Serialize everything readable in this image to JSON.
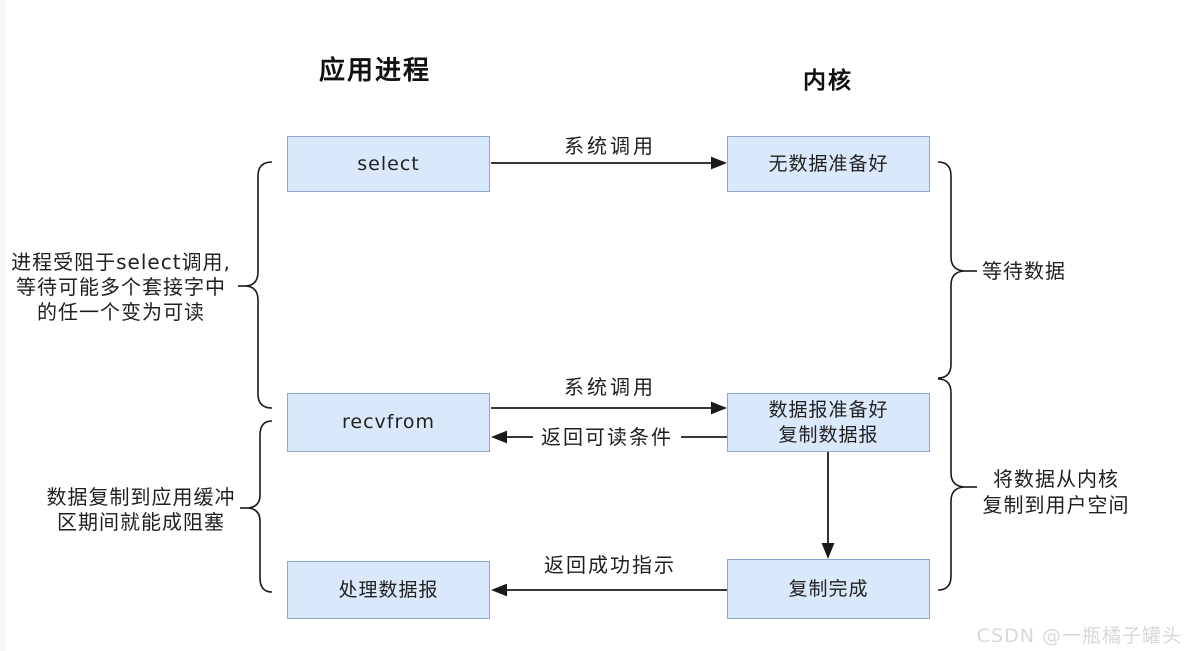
{
  "titles": {
    "left": "应用进程",
    "right": "内核"
  },
  "boxes": {
    "select": "select",
    "no_data_ready": "无数据准备好",
    "recvfrom": "recvfrom",
    "datagram_ready": {
      "line1": "数据报准备好",
      "line2": "复制数据报"
    },
    "process_datagram": "处理数据报",
    "copy_complete": "复制完成"
  },
  "arrow_labels": {
    "syscall_select": "系统调用",
    "syscall_recvfrom": "系统调用",
    "return_readable": "返回可读条件",
    "return_success": "返回成功指示"
  },
  "annotations": {
    "select_block": {
      "line1": "进程受阻于select调用,",
      "line2": "等待可能多个套接字中",
      "line3": "的任一个变为可读"
    },
    "copy_block": {
      "line1": "数据复制到应用缓冲",
      "line2": "区期间就能成阻塞"
    },
    "wait_data": "等待数据",
    "kernel_copy": {
      "line1": "将数据从内核",
      "line2": "复制到用户空间"
    }
  },
  "watermark": "CSDN @一瓶橘子罐头",
  "colors": {
    "box_fill": "#dae8fc",
    "box_border": "#8da6cb",
    "line": "#1a1a1a",
    "text": "#1f1f1f",
    "watermark": "#d8d8d8"
  }
}
